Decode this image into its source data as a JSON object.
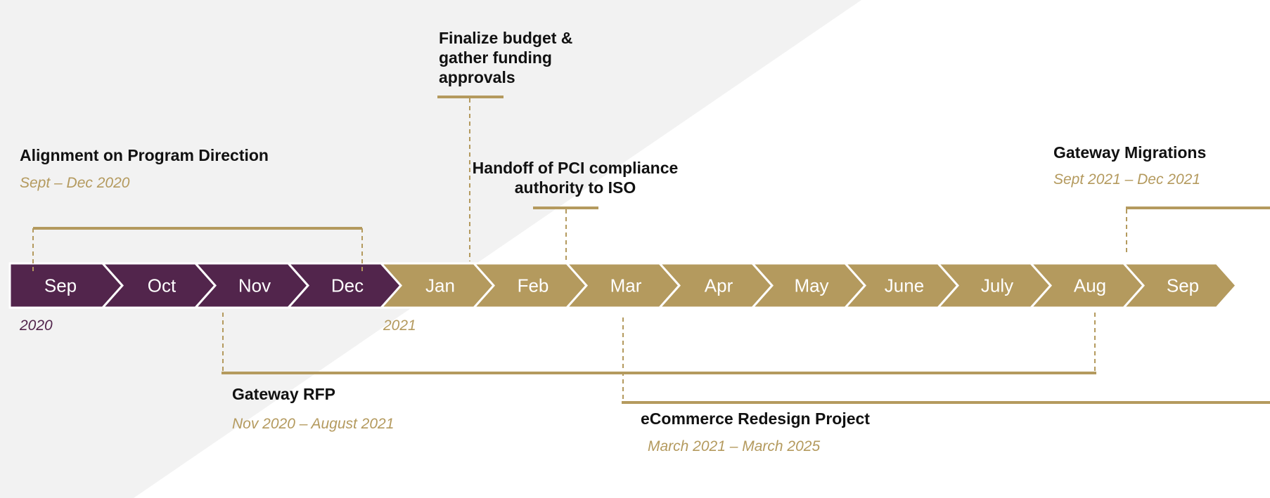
{
  "colors": {
    "purple": "#52254c",
    "gold": "#b49a5e",
    "background_wedge": "#f2f2f2",
    "title_text": "#111111"
  },
  "timeline": {
    "months": [
      {
        "label": "Sep",
        "phase": "2020"
      },
      {
        "label": "Oct",
        "phase": "2020"
      },
      {
        "label": "Nov",
        "phase": "2020"
      },
      {
        "label": "Dec",
        "phase": "2020"
      },
      {
        "label": "Jan",
        "phase": "2021"
      },
      {
        "label": "Feb",
        "phase": "2021"
      },
      {
        "label": "Mar",
        "phase": "2021"
      },
      {
        "label": "Apr",
        "phase": "2021"
      },
      {
        "label": "May",
        "phase": "2021"
      },
      {
        "label": "June",
        "phase": "2021"
      },
      {
        "label": "July",
        "phase": "2021"
      },
      {
        "label": "Aug",
        "phase": "2021"
      },
      {
        "label": "Sep",
        "phase": "2021"
      }
    ],
    "year_labels": {
      "y2020": "2020",
      "y2021": "2021"
    }
  },
  "milestones": {
    "alignment": {
      "title": "Alignment on Program Direction",
      "dates": "Sept – Dec 2020"
    },
    "budget": {
      "title_lines": [
        "Finalize budget &",
        "gather funding",
        "approvals"
      ]
    },
    "pci": {
      "title_lines": [
        "Handoff of PCI compliance",
        "authority to ISO"
      ]
    },
    "gateway_migrations": {
      "title": "Gateway Migrations",
      "dates": "Sept 2021 – Dec 2021"
    },
    "gateway_rfp": {
      "title": "Gateway RFP",
      "dates": "Nov 2020 – August 2021"
    },
    "ecommerce": {
      "title": "eCommerce Redesign Project",
      "dates": "March 2021 – March 2025"
    }
  }
}
